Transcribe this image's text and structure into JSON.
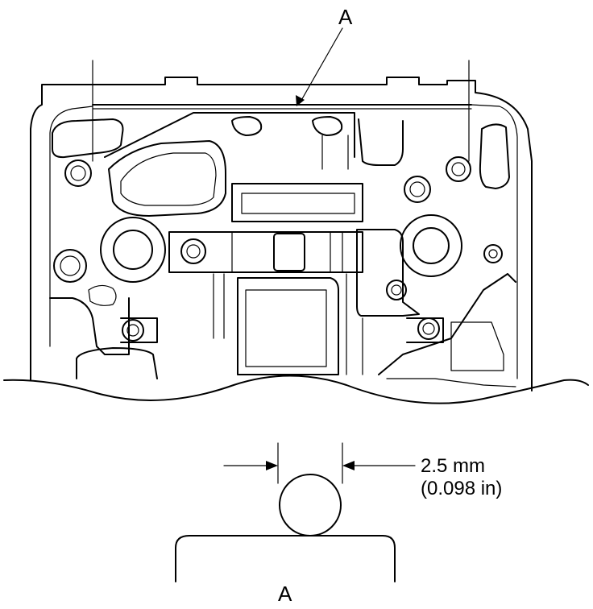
{
  "callout_top": "A",
  "callout_bottom": "A",
  "dimension": {
    "metric": "2.5 mm",
    "imperial": "(0.098 in)"
  }
}
